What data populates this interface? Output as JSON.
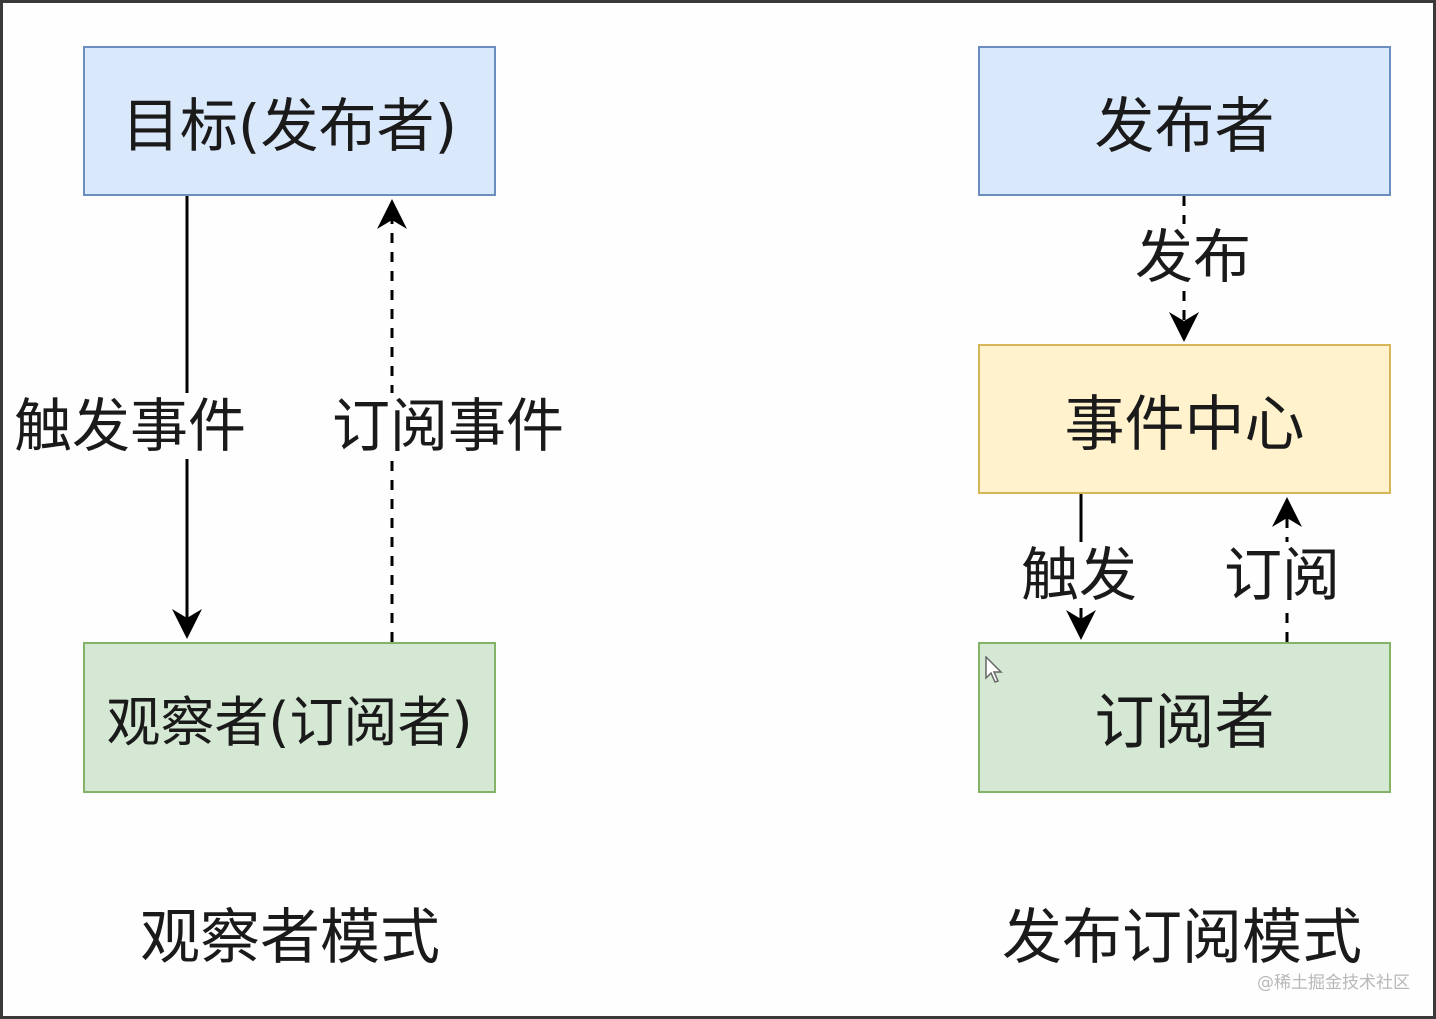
{
  "observer": {
    "subject_box": "目标(发布者)",
    "observer_box": "观察者(订阅者)",
    "trigger_label": "触发事件",
    "subscribe_label": "订阅事件",
    "caption": "观察者模式"
  },
  "pubsub": {
    "publisher_box": "发布者",
    "publish_label": "发布",
    "event_center_box": "事件中心",
    "trigger_label": "触发",
    "subscribe_label": "订阅",
    "subscriber_box": "订阅者",
    "caption": "发布订阅模式"
  },
  "watermark": "@稀土掘金技术社区",
  "colors": {
    "blue_fill": "#dae8fc",
    "blue_border": "#6c8ebf",
    "yellow_fill": "#fff2cc",
    "yellow_border": "#d6b656",
    "green_fill": "#d5e8d4",
    "green_border": "#82b366"
  }
}
